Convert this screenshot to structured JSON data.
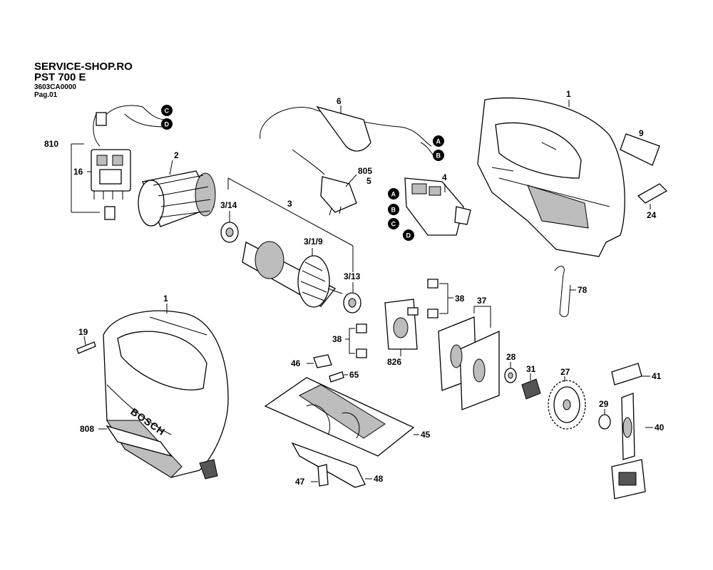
{
  "header": {
    "shop": "SERVICE-SHOP.RO",
    "model": "PST 700 E",
    "code": "3603CA0000",
    "page": "Pag.01"
  },
  "connectors": [
    "A",
    "B",
    "C",
    "D"
  ],
  "labels": {
    "p1_top": "1",
    "p1_bottom": "1",
    "p2": "2",
    "p3": "3",
    "p3_1_9": "3/1/9",
    "p3_13": "3/13",
    "p3_14": "3/14",
    "p4": "4",
    "p5": "5",
    "p6": "6",
    "p9": "9",
    "p16": "16",
    "p19": "19",
    "p24": "24",
    "p27": "27",
    "p28": "28",
    "p29": "29",
    "p31": "31",
    "p37": "37",
    "p38_top": "38",
    "p38_left": "38",
    "p40": "40",
    "p41": "41",
    "p45": "45",
    "p46": "46",
    "p47": "47",
    "p48": "48",
    "p65": "65",
    "p78": "78",
    "p805": "805",
    "p808": "808",
    "p810": "810",
    "p826": "826"
  },
  "brand": "BOSCH"
}
